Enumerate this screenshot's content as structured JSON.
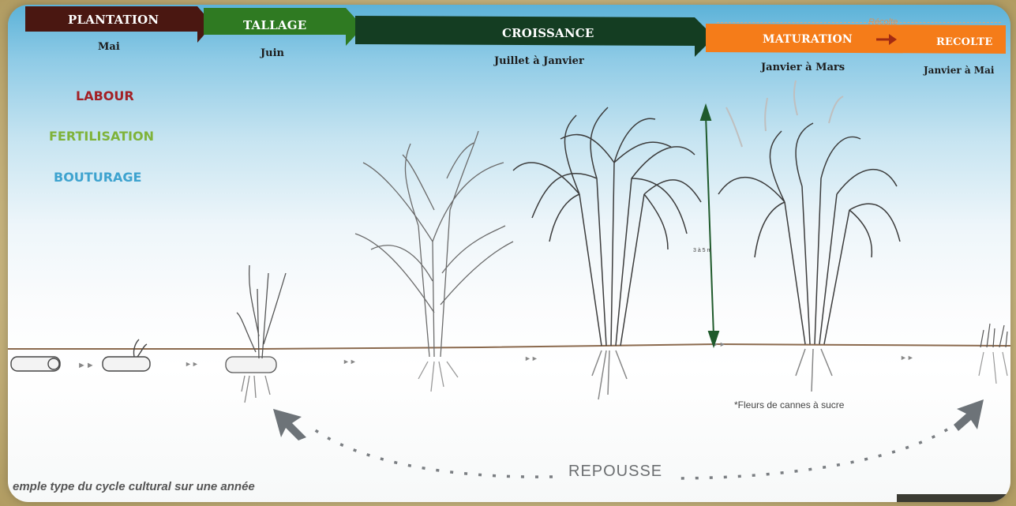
{
  "stages": [
    {
      "name": "PLANTATION",
      "period": "Mai",
      "color": "#4a1711"
    },
    {
      "name": "TALLAGE",
      "period": "Juin",
      "color": "#2f7a22"
    },
    {
      "name": "CROISSANCE",
      "period": "Juillet à Janvier",
      "color": "#143d22"
    },
    {
      "name": "MATURATION",
      "period": "Janvier à Mars",
      "color": "#f57c19"
    },
    {
      "name": "RECOLTE",
      "period": "Janvier à Mai",
      "color": "#f57c19"
    }
  ],
  "recolte_tag": "Récolte",
  "tasks": [
    {
      "label": "LABOUR",
      "color": "#a32126"
    },
    {
      "label": "FERTILISATION",
      "color": "#7fb33a"
    },
    {
      "label": "BOUTURAGE",
      "color": "#3ea3cf"
    }
  ],
  "height_label": "3 à 5 m",
  "flowers_note": "*Fleurs de cannes à sucre",
  "cycle_label": "REPOUSSE",
  "caption": "emple type du cycle cultural sur une année"
}
